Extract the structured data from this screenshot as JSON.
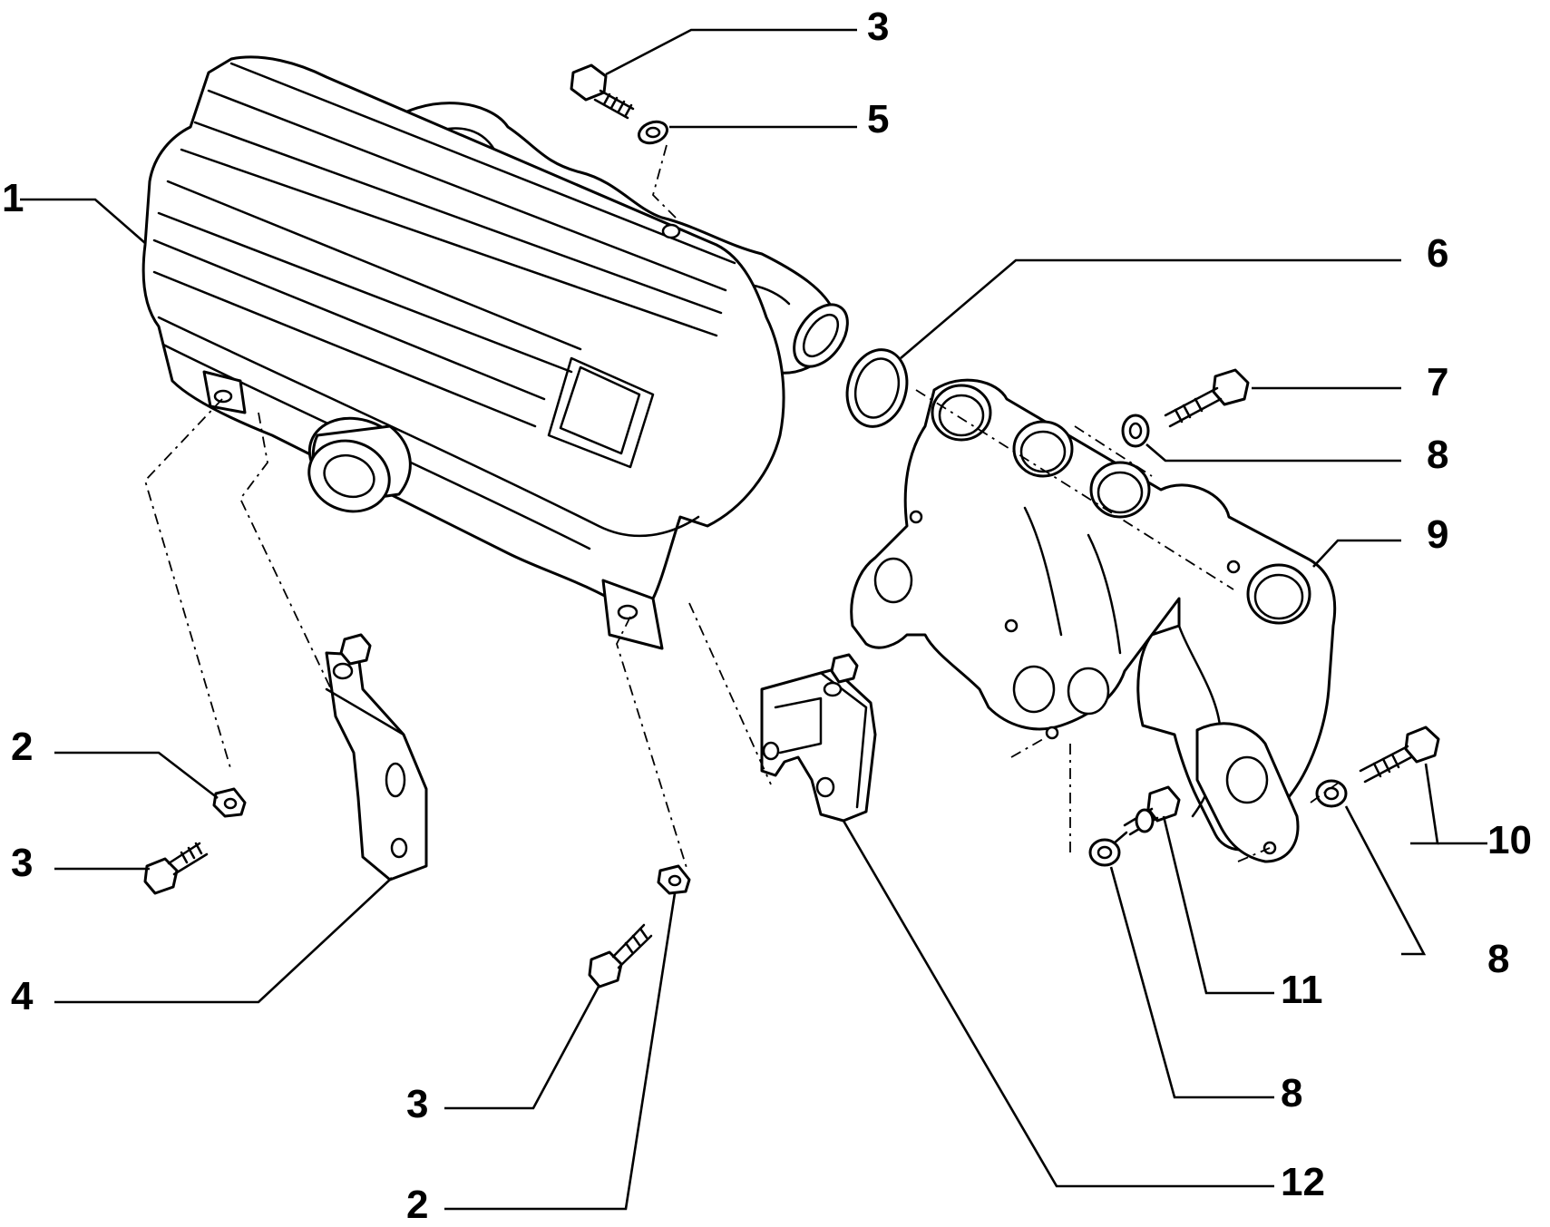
{
  "callouts": {
    "c1": "1",
    "c2_left": "2",
    "c2_bottom": "2",
    "c3_top": "3",
    "c3_left": "3",
    "c3_bottom": "3",
    "c4": "4",
    "c5": "5",
    "c6": "6",
    "c7": "7",
    "c8_upper": "8",
    "c8_right": "8",
    "c8_bottom": "8",
    "c9": "9",
    "c10": "10",
    "c11": "11",
    "c12": "12"
  },
  "colors": {
    "line": "#000000",
    "background": "#ffffff"
  }
}
